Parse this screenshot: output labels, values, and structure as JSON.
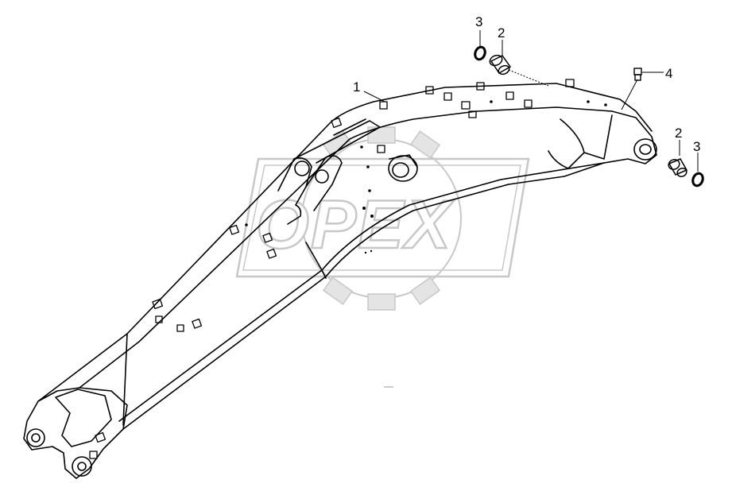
{
  "watermark": {
    "brand": "OPEX",
    "color": "#c8c8c8"
  },
  "callouts": [
    {
      "id": "boom",
      "label": "1"
    },
    {
      "id": "bushing-left",
      "label": "2"
    },
    {
      "id": "oring-left",
      "label": "3"
    },
    {
      "id": "grease-fitting",
      "label": "4"
    },
    {
      "id": "bushing-right",
      "label": "2"
    },
    {
      "id": "oring-right",
      "label": "3"
    }
  ],
  "colors": {
    "line": "#000000",
    "watermark": "#c8c8c8"
  }
}
